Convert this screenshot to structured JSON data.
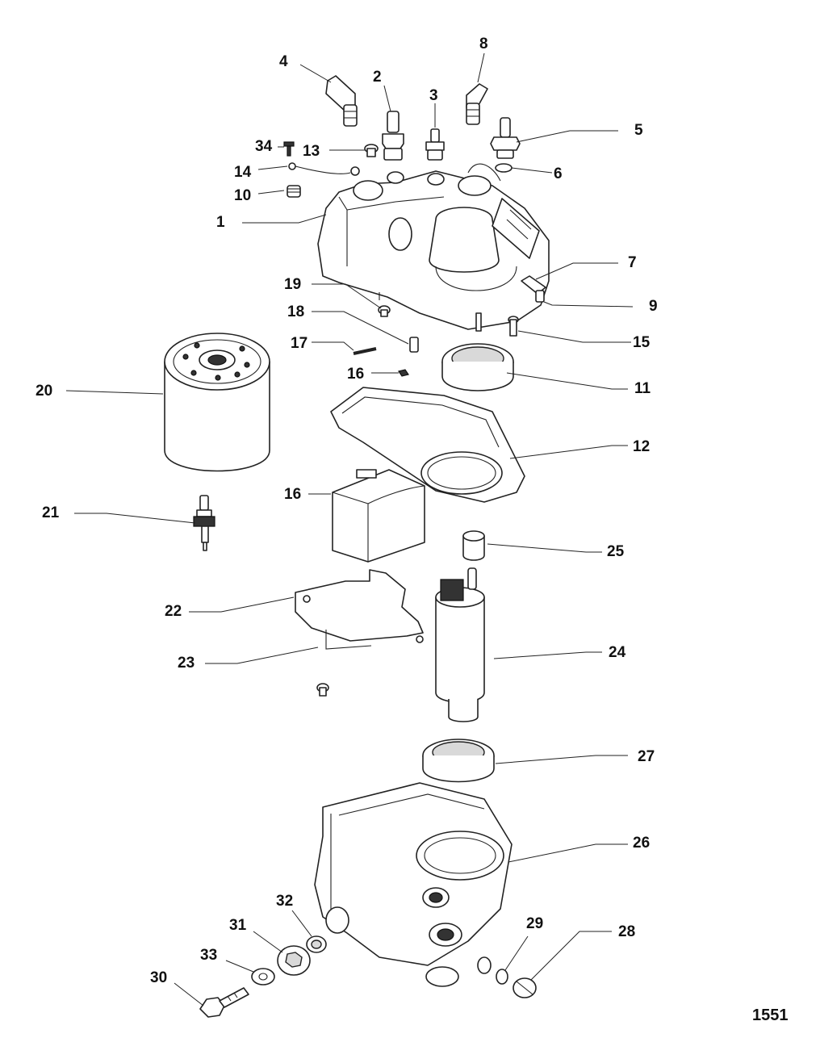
{
  "callouts": {
    "c1": "1",
    "c2": "2",
    "c3": "3",
    "c4": "4",
    "c5": "5",
    "c6": "6",
    "c7": "7",
    "c8": "8",
    "c9": "9",
    "c10": "10",
    "c11": "11",
    "c12": "12",
    "c13": "13",
    "c14": "14",
    "c15": "15",
    "c16a": "16",
    "c16b": "16",
    "c17": "17",
    "c18": "18",
    "c19": "19",
    "c20": "20",
    "c21": "21",
    "c22": "22",
    "c23": "23",
    "c24": "24",
    "c25": "25",
    "c26": "26",
    "c27": "27",
    "c28": "28",
    "c29": "29",
    "c30": "30",
    "c31": "31",
    "c32": "32",
    "c33": "33",
    "c34": "34"
  },
  "figure_number": "1551",
  "colors": {
    "ink": "#222222",
    "background": "#ffffff",
    "shade": "#d9d9d9"
  }
}
